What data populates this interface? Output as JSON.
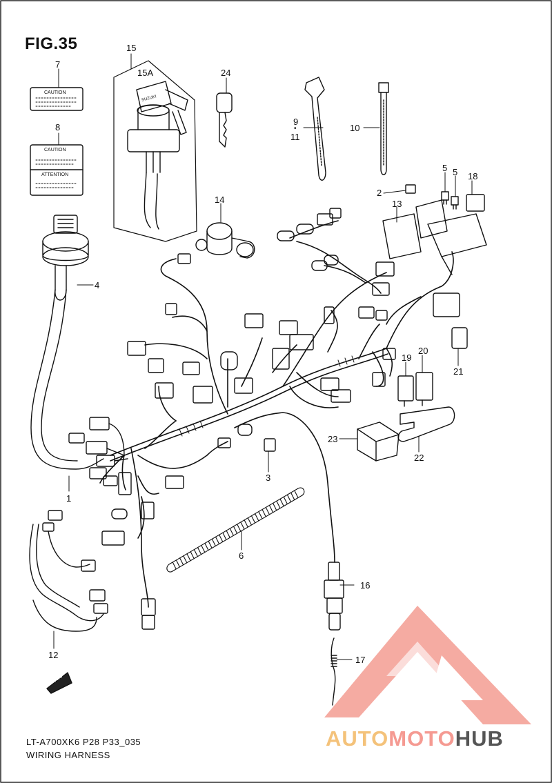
{
  "figure": {
    "title": "FIG.35"
  },
  "labels": {
    "p1": "1",
    "p2": "2",
    "p3": "3",
    "p4": "4",
    "p5a": "5",
    "p5b": "5",
    "p6": "6",
    "p7": "7",
    "p8": "8",
    "p9": "9",
    "p9dot": "•",
    "p10": "10",
    "p11": "11",
    "p12": "12",
    "p13": "13",
    "p14": "14",
    "p15": "15",
    "p15a": "15A",
    "p16": "16",
    "p17": "17",
    "p18": "18",
    "p19": "19",
    "p20": "20",
    "p21": "21",
    "p22": "22",
    "p23": "23",
    "p24": "24"
  },
  "stickers": {
    "caution": "CAUTION",
    "attention": "ATTENTION",
    "fwd": "FWD",
    "brand": "SUZUKI"
  },
  "footer": {
    "code": "LT-A700XK6 P28 P33_035",
    "name": "WIRING HARNESS"
  },
  "watermark": {
    "part1": "AUTO",
    "part2": "MOTO",
    "part3": "HUB",
    "color_a": "#f4c27a",
    "color_b": "#f59a92",
    "color_logo": "#f28b82"
  }
}
